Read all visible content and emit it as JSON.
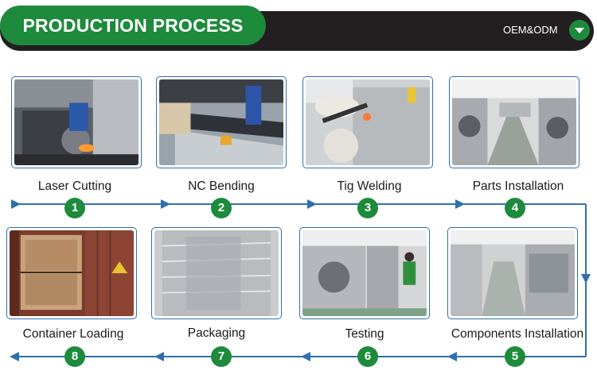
{
  "header": {
    "title": "PRODUCTION PROCESS",
    "oem_label": "OEM&ODM"
  },
  "steps": [
    {
      "number": "1",
      "label": "Laser Cutting"
    },
    {
      "number": "2",
      "label": "NC Bending"
    },
    {
      "number": "3",
      "label": "Tig Welding"
    },
    {
      "number": "4",
      "label": "Parts Installation"
    },
    {
      "number": "5",
      "label": "Components Installation"
    },
    {
      "number": "6",
      "label": "Testing"
    },
    {
      "number": "7",
      "label": "Packaging"
    },
    {
      "number": "8",
      "label": "Container Loading"
    }
  ],
  "colors": {
    "brand_green": "#1e8a3b",
    "header_dark": "#231f20",
    "flow_blue": "#2f6fb0"
  }
}
